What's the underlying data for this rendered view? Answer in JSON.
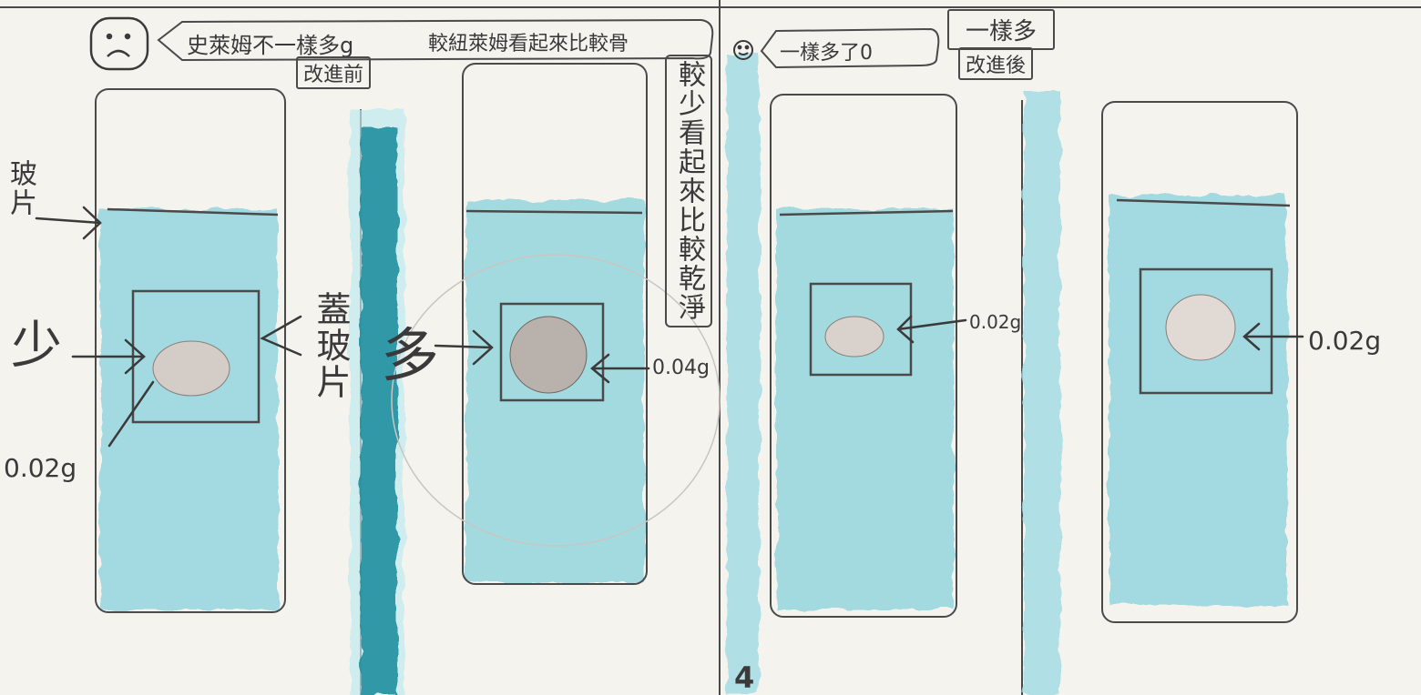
{
  "palette": {
    "paper": "#f4f3ee",
    "ink": "#4a4a4a",
    "water": "#8fd3dc",
    "water_dark": "#2a9aa8",
    "sample": "#c9c2bd"
  },
  "header": {
    "left_face_icon": "frown-face-icon",
    "left_note": "史萊姆不一樣多g",
    "left_note_2": "較紐萊姆看起來比較骨",
    "left_tag": "改進前",
    "right_face_icon": "smile-face-icon",
    "right_note": "一樣多了0",
    "right_title": "一樣多",
    "right_tag": "改進後"
  },
  "panel1": {
    "label_glass": "玻片",
    "label_less": "少",
    "label_cover": "蓋玻片",
    "weight": "0.02g"
  },
  "panel2": {
    "label_more": "多",
    "weight": "0.04g",
    "vertical_note": "較少看起來比較乾淨"
  },
  "panel3": {
    "weight": "0.02g"
  },
  "panel4": {
    "weight": "0.02g"
  },
  "footer": {
    "page_number": "4"
  }
}
